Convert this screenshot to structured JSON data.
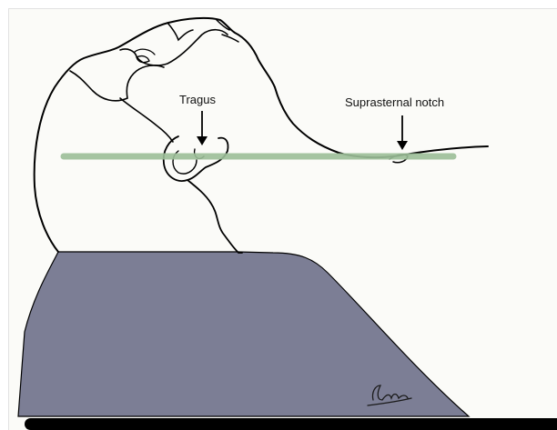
{
  "labels": {
    "tragus": "Tragus",
    "suprasternal_notch": "Suprasternal notch"
  },
  "signature_text": "Indra",
  "colors": {
    "background": "#fbfbf8",
    "line": "#000000",
    "reference_line": "#9cbf98",
    "pillow": "#7c7e95",
    "table": "#000000"
  }
}
